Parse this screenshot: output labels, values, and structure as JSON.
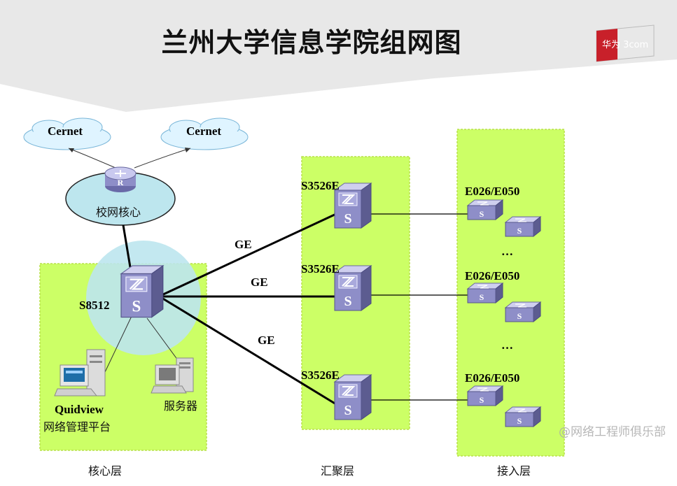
{
  "title": "兰州大学信息学院组网图",
  "logo": {
    "text": "华为 3com",
    "color": "#c8202a"
  },
  "colors": {
    "zone": "#ccff66",
    "zone_border": "#b8e04a",
    "sky": "#dff4ff",
    "core_halo": "#bde6ee",
    "switch_face": "#8e8ec8",
    "switch_top": "#bdbde6"
  },
  "internet": [
    {
      "label": "Cernet"
    },
    {
      "label": "Cernet"
    }
  ],
  "router": {
    "label": "校网核心",
    "icon": "router-icon"
  },
  "core": {
    "switch_label": "S8512",
    "layer_label": "核心层"
  },
  "links": [
    {
      "label": "GE"
    },
    {
      "label": "GE"
    },
    {
      "label": "GE"
    }
  ],
  "aggregation": {
    "layer_label": "汇聚层",
    "switches": [
      {
        "label": "S3526E"
      },
      {
        "label": "S3526E"
      },
      {
        "label": "S3526E"
      }
    ]
  },
  "access": {
    "layer_label": "接入层",
    "groups": [
      {
        "label": "E026/E050"
      },
      {
        "label": "E026/E050"
      },
      {
        "label": "E026/E050"
      }
    ],
    "ellipsis": [
      "…",
      "…"
    ]
  },
  "nms": {
    "name": "Quidview",
    "label": "网络管理平台"
  },
  "server": {
    "label": "服务器"
  },
  "watermark": "@网络工程师俱乐部"
}
